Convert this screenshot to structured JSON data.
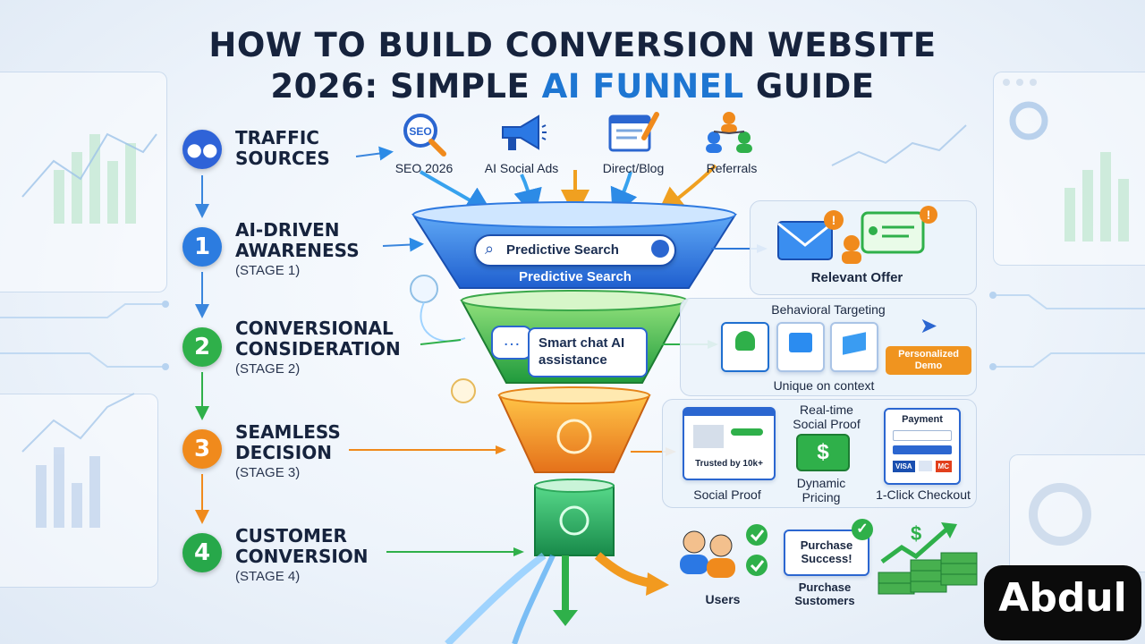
{
  "title": {
    "line1": "HOW TO BUILD CONVERSION WEBSITE",
    "line2_prefix": "2026: SIMPLE ",
    "line2_highlight": "AI FUNNEL",
    "line2_suffix": " GUIDE"
  },
  "colors": {
    "traffic": "#2f63d8",
    "stage1": "#2c7ce0",
    "stage2": "#2fb04a",
    "stage3": "#f08a1c",
    "stage4": "#27a84a",
    "accent": "#1e76d2"
  },
  "traffic": {
    "label": "TRAFFIC\nSOURCES",
    "icon": "users-icon",
    "sources": [
      {
        "label": "SEO 2026",
        "icon": "seo-magnifier-icon"
      },
      {
        "label": "AI Social Ads",
        "icon": "megaphone-icon"
      },
      {
        "label": "Direct/Blog",
        "icon": "browser-pencil-icon"
      },
      {
        "label": "Referrals",
        "icon": "referral-network-icon"
      }
    ]
  },
  "stages": [
    {
      "number": "1",
      "name": "AI-DRIVEN\nAWARENESS",
      "sub": "(STAGE 1)"
    },
    {
      "number": "2",
      "name": "CONVERSIONAL\nCONSIDERATION",
      "sub": "(STAGE 2)"
    },
    {
      "number": "3",
      "name": "SEAMLESS\nDECISION",
      "sub": "(STAGE 3)"
    },
    {
      "number": "4",
      "name": "CUSTOMER\nCONVERSION",
      "sub": "(STAGE 4)"
    }
  ],
  "funnel": {
    "search_placeholder": "Predictive Search",
    "search_caption": "Predictive Search",
    "chat_text": "Smart chat AI\nassistance"
  },
  "panel1": {
    "caption": "Relevant Offer"
  },
  "panel2": {
    "top_caption": "Behavioral Targeting",
    "bottom_caption": "Unique on context",
    "button": "Personalized\nDemo"
  },
  "panel3": {
    "realtime_caption": "Real-time\nSocial Proof",
    "trusted_text": "Trusted by 10k+",
    "social_caption": "Social Proof",
    "pricing_caption": "Dynamic\nPricing",
    "payment_title": "Payment",
    "checkout_caption": "1-Click Checkout",
    "card_brands": [
      "VISA",
      "MC"
    ]
  },
  "conversion": {
    "users_caption": "Users",
    "success_text": "Purchase\nSuccess!",
    "purchase_caption": "Purchase\nSustomers"
  },
  "brand": {
    "logo_text": "Abdul"
  }
}
